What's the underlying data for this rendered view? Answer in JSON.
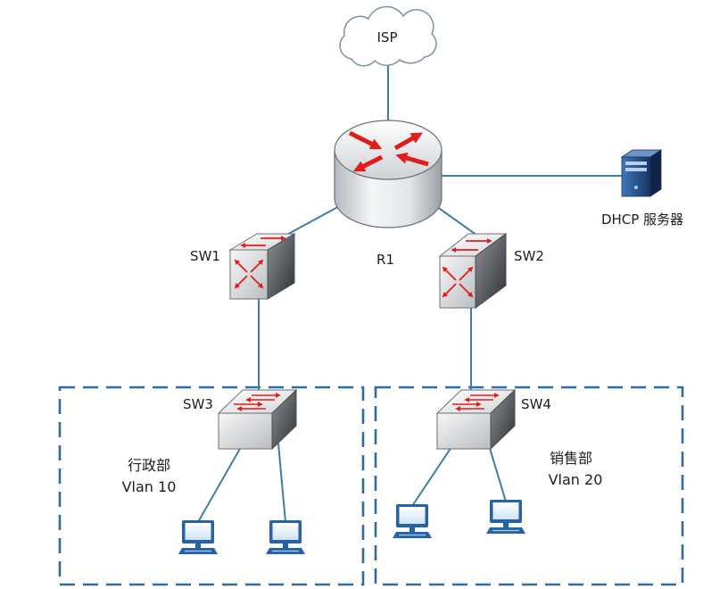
{
  "diagram": {
    "nodes": {
      "isp": {
        "label": "ISP",
        "icon": "cloud-icon"
      },
      "r1": {
        "label": "R1",
        "icon": "router-icon"
      },
      "dhcp": {
        "label": "DHCP 服务器",
        "icon": "server-icon"
      },
      "sw1": {
        "label": "SW1",
        "icon": "multilayer-switch-icon"
      },
      "sw2": {
        "label": "SW2",
        "icon": "multilayer-switch-icon"
      },
      "sw3": {
        "label": "SW3",
        "icon": "switch-icon"
      },
      "sw4": {
        "label": "SW4",
        "icon": "switch-icon"
      }
    },
    "groups": [
      {
        "department": "行政部",
        "vlan": "Vlan 10",
        "host_icons": [
          "pc-icon",
          "pc-icon"
        ]
      },
      {
        "department": "销售部",
        "vlan": "Vlan 20",
        "host_icons": [
          "pc-icon",
          "pc-icon"
        ]
      }
    ],
    "colors": {
      "link": "#3d7ea6",
      "group_border": "#2d6da6",
      "arrow": "#e41b1b",
      "host": "#2563a9"
    }
  }
}
